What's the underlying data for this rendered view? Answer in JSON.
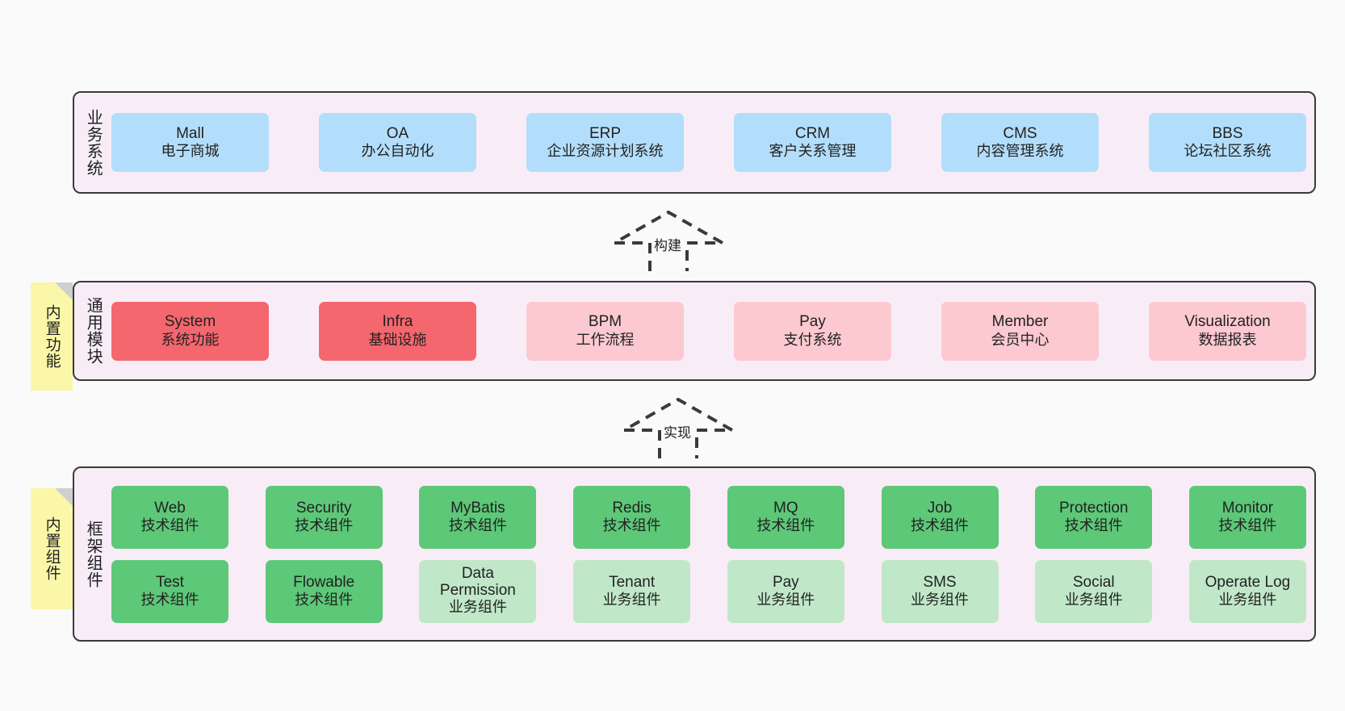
{
  "page": {
    "background_color": "#fafafa",
    "panel_color": "#F8EDF7",
    "panel_border_color": "#3a3a3a"
  },
  "palette": {
    "blue": "#B3DEFB",
    "red": "#F4676E",
    "pink": "#FCC9D0",
    "green": "#5DC878",
    "light_green": "#C0E8C8",
    "sticky_yellow": "#FAF7A8",
    "sticky_fold": "#CFCFCF"
  },
  "layers": [
    {
      "id": "business-systems",
      "title": "业务系统",
      "rows": [
        {
          "nodes": [
            {
              "en": "Mall",
              "cn": "电子商城",
              "color": "blue"
            },
            {
              "en": "OA",
              "cn": "办公自动化",
              "color": "blue"
            },
            {
              "en": "ERP",
              "cn": "企业资源计划系统",
              "color": "blue"
            },
            {
              "en": "CRM",
              "cn": "客户关系管理",
              "color": "blue"
            },
            {
              "en": "CMS",
              "cn": "内容管理系统",
              "color": "blue"
            },
            {
              "en": "BBS",
              "cn": "论坛社区系统",
              "color": "blue"
            }
          ]
        }
      ]
    },
    {
      "id": "common-modules",
      "title": "通用模块",
      "sticky": "内置功能",
      "rows": [
        {
          "nodes": [
            {
              "en": "System",
              "cn": "系统功能",
              "color": "red"
            },
            {
              "en": "Infra",
              "cn": "基础设施",
              "color": "red"
            },
            {
              "en": "BPM",
              "cn": "工作流程",
              "color": "pink"
            },
            {
              "en": "Pay",
              "cn": "支付系统",
              "color": "pink"
            },
            {
              "en": "Member",
              "cn": "会员中心",
              "color": "pink"
            },
            {
              "en": "Visualization",
              "cn": "数据报表",
              "color": "pink"
            }
          ]
        }
      ]
    },
    {
      "id": "framework-components",
      "title": "框架组件",
      "sticky": "内置组件",
      "rows": [
        {
          "nodes": [
            {
              "en": "Web",
              "cn": "技术组件",
              "color": "green"
            },
            {
              "en": "Security",
              "cn": "技术组件",
              "color": "green"
            },
            {
              "en": "MyBatis",
              "cn": "技术组件",
              "color": "green"
            },
            {
              "en": "Redis",
              "cn": "技术组件",
              "color": "green"
            },
            {
              "en": "MQ",
              "cn": "技术组件",
              "color": "green"
            },
            {
              "en": "Job",
              "cn": "技术组件",
              "color": "green"
            },
            {
              "en": "Protection",
              "cn": "技术组件",
              "color": "green"
            },
            {
              "en": "Monitor",
              "cn": "技术组件",
              "color": "green"
            }
          ]
        },
        {
          "nodes": [
            {
              "en": "Test",
              "cn": "技术组件",
              "color": "green"
            },
            {
              "en": "Flowable",
              "cn": "技术组件",
              "color": "green"
            },
            {
              "en": "Data Permission",
              "cn": "业务组件",
              "color": "light_green"
            },
            {
              "en": "Tenant",
              "cn": "业务组件",
              "color": "light_green"
            },
            {
              "en": "Pay",
              "cn": "业务组件",
              "color": "light_green"
            },
            {
              "en": "SMS",
              "cn": "业务组件",
              "color": "light_green"
            },
            {
              "en": "Social",
              "cn": "业务组件",
              "color": "light_green"
            },
            {
              "en": "Operate Log",
              "cn": "业务组件",
              "color": "light_green"
            }
          ]
        }
      ]
    }
  ],
  "connectors": [
    {
      "id": "build",
      "label": "构建",
      "style": "dashed-hollow-arrow-up"
    },
    {
      "id": "implement",
      "label": "实现",
      "style": "dashed-hollow-arrow-up"
    }
  ]
}
